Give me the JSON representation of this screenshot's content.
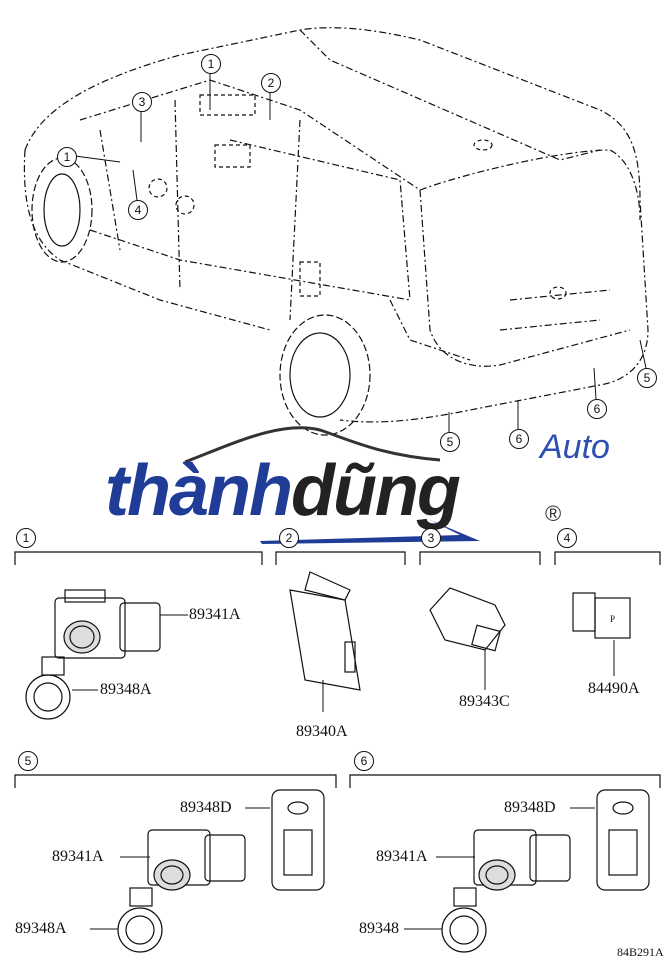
{
  "diagram_code": "84B291A",
  "logo": {
    "part1": "thành",
    "part2": "dũng",
    "suffix": "Auto",
    "registered": "®"
  },
  "car_callouts": [
    "1",
    "2",
    "3",
    "1",
    "4",
    "5",
    "6",
    "6",
    "5"
  ],
  "sections": [
    {
      "index": "1",
      "parts": [
        "89341A",
        "89348A"
      ]
    },
    {
      "index": "2",
      "parts": [
        "89340A"
      ]
    },
    {
      "index": "3",
      "parts": [
        "89343C"
      ]
    },
    {
      "index": "4",
      "parts": [
        "84490A"
      ],
      "switch_text": "P"
    },
    {
      "index": "5",
      "parts": [
        "89348D",
        "89341A",
        "89348A"
      ]
    },
    {
      "index": "6",
      "parts": [
        "89348D",
        "89341A",
        "89348"
      ]
    }
  ]
}
